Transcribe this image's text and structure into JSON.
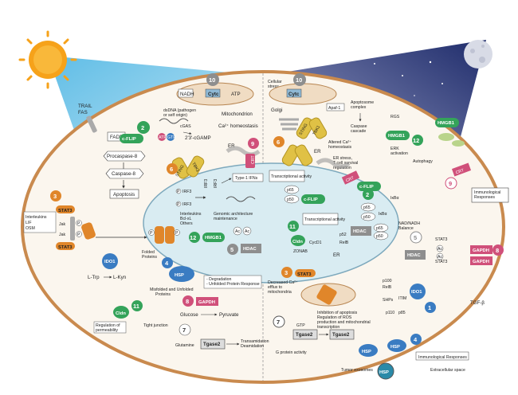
{
  "colors": {
    "cell_border": "#c98a4e",
    "cell_fill": "#fbf6ee",
    "day_sky": "#7cc8e8",
    "night_sky": "#2d3a7c",
    "sun": "#f6a21a",
    "nucleus": "#d9ecf2",
    "green_badge": "#34a35a",
    "orange_badge": "#e0862a",
    "pink_badge": "#d0507a",
    "blue_badge": "#3a7cc2",
    "grey_badge": "#8e8e8e"
  },
  "external": {
    "trail": "TRAIL",
    "fas": "FAS",
    "interleukins": "Interleukins",
    "lif": "LIF",
    "osm": "OSM",
    "tgf_beta": "TGF-β",
    "tumor_exosomes": "Tumor exosomes",
    "extracellular_space": "Extracellular space"
  },
  "left": {
    "fadd": "FADD",
    "cflip": "c-FLIP",
    "procaspase8": "Procaspase-8",
    "caspase8": "Caspase-8",
    "apoptosis": "Apoptosis",
    "dsdna": "dsDNA (pathogen\nor self origin)",
    "cgas": "cGAS",
    "atp_small": "ATP",
    "gtp_small": "GTP",
    "cgamp": "2'3'-cGAMP",
    "sting": "STING",
    "tbk1": "TBK1",
    "irf3": "IRF3",
    "type1_ifn": "Type-1 IFNs",
    "stat3": "STAT3",
    "jak": "Jak",
    "p": "P",
    "bcl_xl": "Interleukins\nBcl-xL\nOthers",
    "genomic": "Genomic architecture\nmaintenance",
    "hmgb1": "HMGB1",
    "hdac": "HDAC",
    "ac": "Ac",
    "ido1": "IDO1",
    "ltrp": "L-Trp",
    "lkyn": "L-Kyn",
    "folded": "Folded\nProteins",
    "hsp": "HSP",
    "misfolded": "Misfolded and Unfolded\nProteins",
    "degradation": "- Degradation\n- Unfolded Protein Response",
    "gapdh": "GAPDH",
    "glucose": "Glucose",
    "pyruvate": "Pyruvate",
    "glutamine": "Glutamine",
    "tgase2": "Tgase2",
    "transamidation": "Transamidation\nDeamidation",
    "cldn": "Cldn",
    "regulation_perm": "Regulation of\npermeability",
    "tight_junction": "Tight junction",
    "nadh": "NADH",
    "cytc": "Cytc",
    "atp": "ATP",
    "mitochondrion": "Mitochondrion",
    "ca_homeostasis": "Ca²⁺ homeostasis",
    "er": "ER",
    "crt": "CRT"
  },
  "right": {
    "cellular_stress": "Cellular\nstress",
    "cytc": "Cytc",
    "apaf1": "Apaf-1",
    "apoptosome": "Apoptosome\ncomplex",
    "caspase_cascade": "Caspase\ncascade",
    "golgi": "Golgi",
    "altered_ca": "Altered Ca²⁺\nhomeostasis",
    "er": "ER",
    "er_stress": "ER stress,\nT cell survival\nregulation",
    "rgs": "RGS",
    "hmgb1": "HMGB1",
    "erk": "ERK\nactivation",
    "autophagy": "Autophagy",
    "crt": "CRT",
    "transcriptional": "Transcriptional\nactivity",
    "p65": "p65",
    "p50": "p50",
    "cflip": "c-FLIP",
    "ikba": "IκBα",
    "nad_balance": "NAD/NADH\nBalance",
    "immunological": "Immunological\nResponses",
    "transcriptional2": "Transcriptional\nactivity",
    "cldn": "Cldn",
    "zonab": "ZONAB",
    "cycd1": "CycD1",
    "p52": "p52",
    "relb": "RelB",
    "hdac": "HDAC",
    "stat3": "STAT3",
    "ac": "Ac",
    "gapdh": "GAPDH",
    "decreased_ca": "Decreased Ca²⁺\nefflux to\nmitochondria",
    "stat3b": "STAT3",
    "p100": "p100",
    "shp": "SHPs",
    "itim": "ITIM",
    "ido1": "IDO1",
    "p110": "p110",
    "p85": "p85",
    "inhibition": "Inhibition of apoptosis\nRegulation of ROS\nproduction and mitochondrial\ntranscription",
    "gtp": "GTP",
    "tgase2": "Tgase2",
    "g_protein": "G protein activity",
    "hsp": "HSP",
    "immuno_responses": "Immunological Responses"
  },
  "badges": {
    "n1": "1",
    "n2": "2",
    "n3": "3",
    "n4": "4",
    "n5": "5",
    "n6": "6",
    "n7": "7",
    "n8": "8",
    "n9": "9",
    "n10": "10",
    "n11": "11",
    "n12": "12"
  }
}
